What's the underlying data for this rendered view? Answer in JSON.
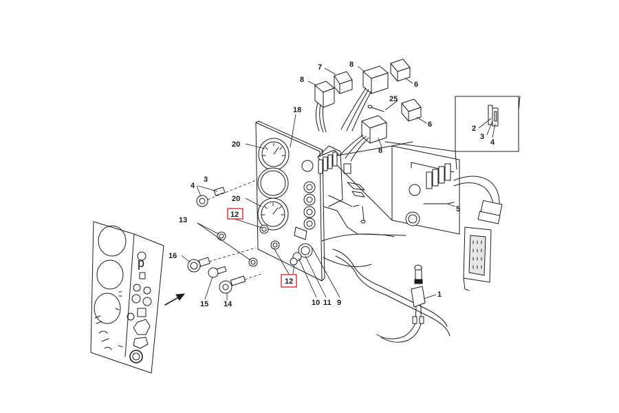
{
  "callouts": [
    {
      "id": "c1",
      "text": "1"
    },
    {
      "id": "c2",
      "text": "2"
    },
    {
      "id": "c3a",
      "text": "3"
    },
    {
      "id": "c3b",
      "text": "3"
    },
    {
      "id": "c4a",
      "text": "4"
    },
    {
      "id": "c4b",
      "text": "4"
    },
    {
      "id": "c5",
      "text": "5"
    },
    {
      "id": "c6a",
      "text": "6"
    },
    {
      "id": "c6b",
      "text": "6"
    },
    {
      "id": "c7",
      "text": "7"
    },
    {
      "id": "c8a",
      "text": "8"
    },
    {
      "id": "c8b",
      "text": "8"
    },
    {
      "id": "c8c",
      "text": "8"
    },
    {
      "id": "c9",
      "text": "9"
    },
    {
      "id": "c10",
      "text": "10"
    },
    {
      "id": "c11",
      "text": "11"
    },
    {
      "id": "c12a",
      "text": "12"
    },
    {
      "id": "c12b",
      "text": "12"
    },
    {
      "id": "c13",
      "text": "13"
    },
    {
      "id": "c14",
      "text": "14"
    },
    {
      "id": "c15",
      "text": "15"
    },
    {
      "id": "c16",
      "text": "16"
    },
    {
      "id": "c18",
      "text": "18"
    },
    {
      "id": "c20a",
      "text": "20"
    },
    {
      "id": "c20b",
      "text": "20"
    },
    {
      "id": "c25",
      "text": "25"
    }
  ],
  "highlighted": [
    "c12a",
    "c12b"
  ],
  "colors": {
    "line": "#1a1a1a",
    "highlight": "#d9282f",
    "background": "#ffffff"
  }
}
